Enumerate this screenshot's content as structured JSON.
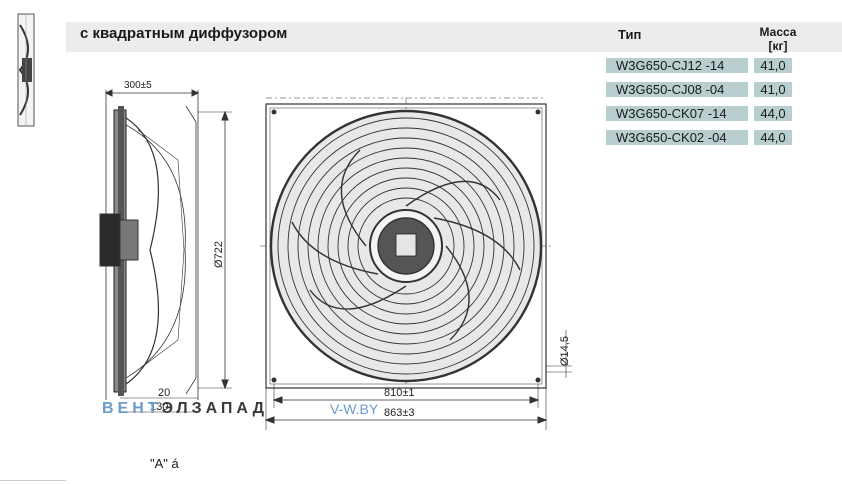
{
  "header": {
    "title": "с квадратным диффузором",
    "col_type": "Тип",
    "col_mass_line1": "Масса",
    "col_mass_line2": "[кг]"
  },
  "rows": [
    {
      "type": "W3G650-CJ12  -14",
      "mass": "41,0"
    },
    {
      "type": "W3G650-CJ08   -04",
      "mass": "41,0"
    },
    {
      "type": "W3G650-CK07  -14",
      "mass": "44,0"
    },
    {
      "type": "W3G650-CK02  -04",
      "mass": "44,0"
    }
  ],
  "drawing": {
    "dim_depth": "300±5",
    "dim_diameter": "Ø722",
    "dim_width_inner": "810±1",
    "dim_width_outer": "863±3",
    "dim_hole": "Ø14,5",
    "dim_small_a": "20",
    "dim_small_b": "130"
  },
  "watermark": {
    "part1": "ВЕНТ",
    "part2": "ЭЛЗАПАД",
    "site": "V-W.BY"
  },
  "caption": "\"A\" á",
  "colors": {
    "header_bg": "#ececec",
    "cell_bg": "#b9cfcf",
    "watermark_blue": "#6a9bc9"
  }
}
